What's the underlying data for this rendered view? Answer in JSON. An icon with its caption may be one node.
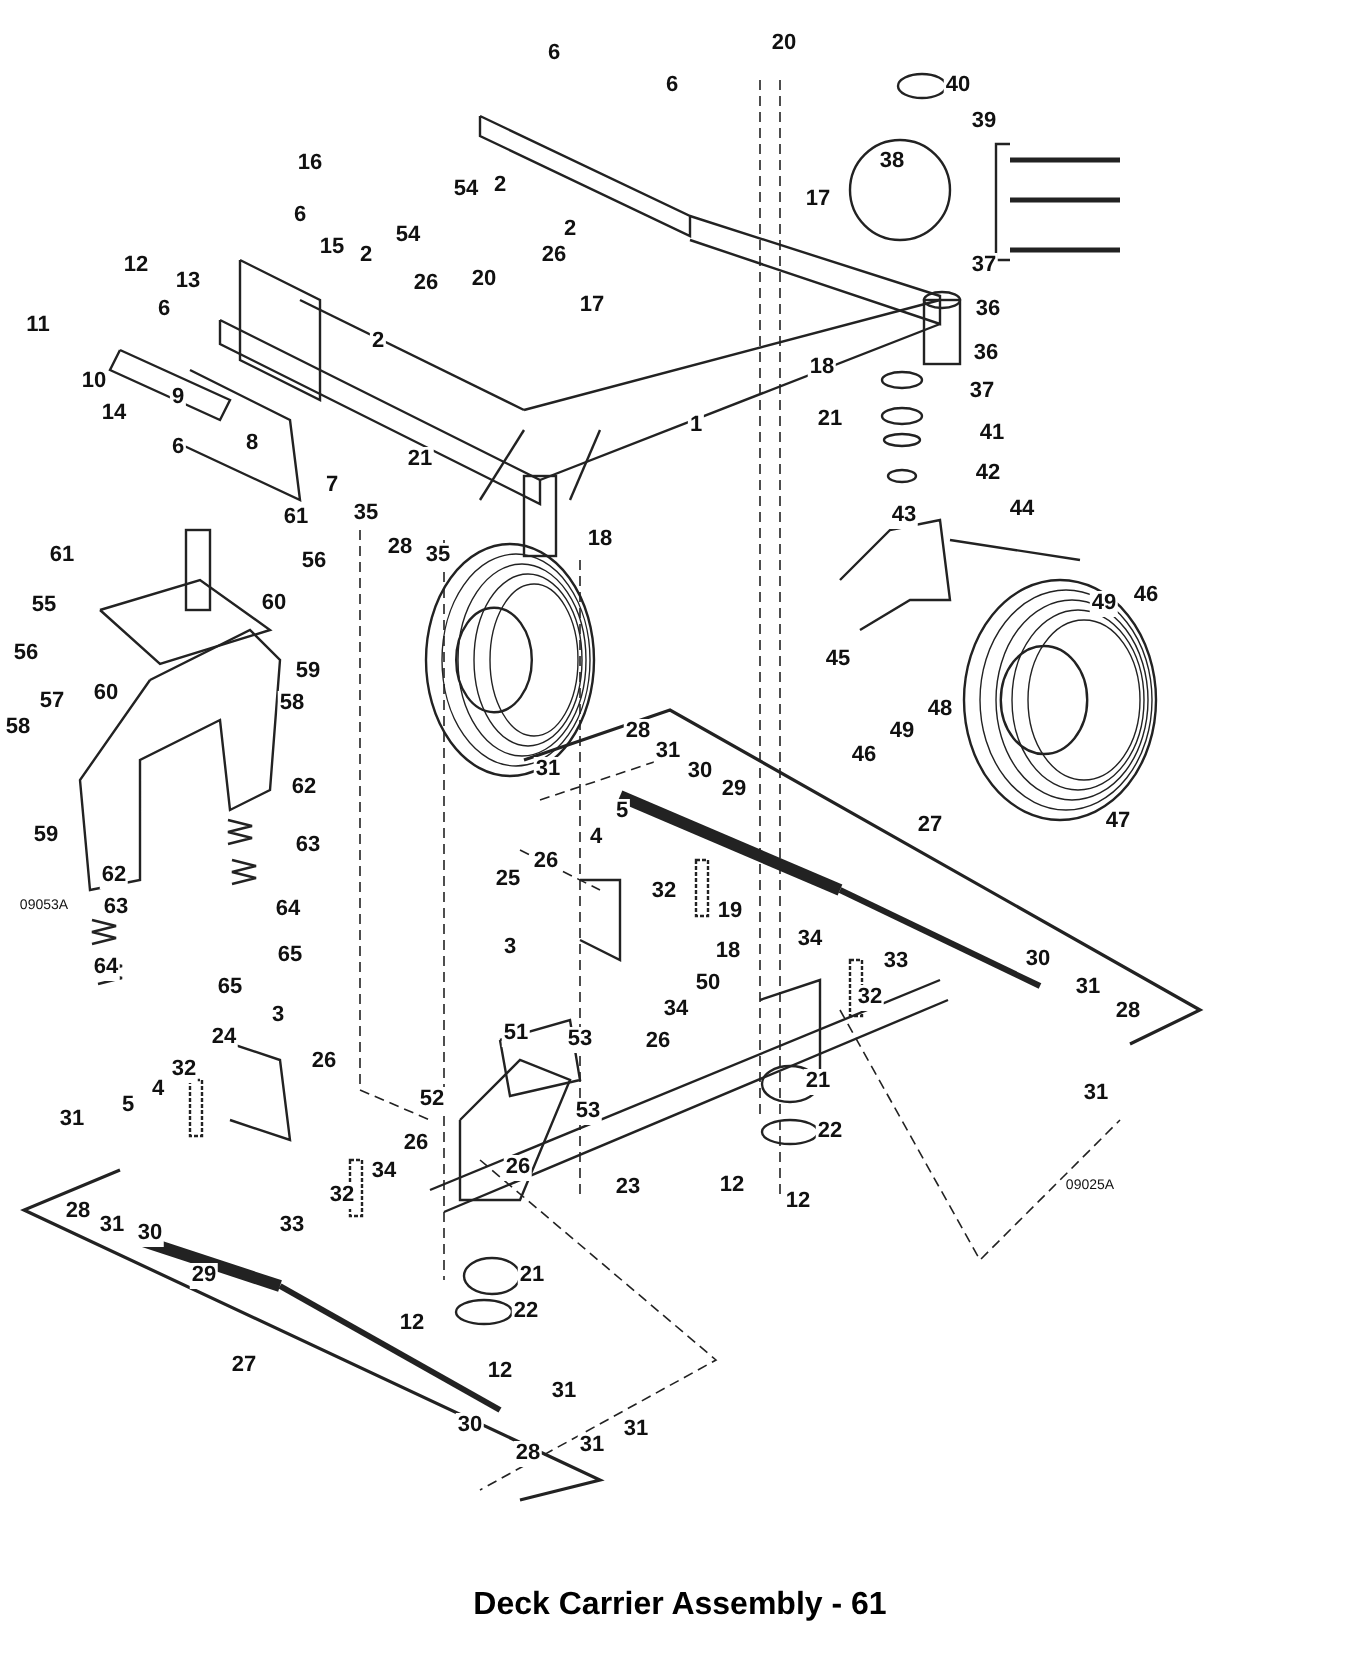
{
  "diagram": {
    "title": "Deck Carrier Assembly - 61",
    "labels": [
      "20",
      "6",
      "40",
      "6",
      "39",
      "38",
      "16",
      "2",
      "54",
      "17",
      "6",
      "2",
      "54",
      "15",
      "2",
      "26",
      "12",
      "37",
      "13",
      "20",
      "26",
      "17",
      "6",
      "36",
      "11",
      "2",
      "36",
      "18",
      "10",
      "37",
      "9",
      "14",
      "21",
      "1",
      "41",
      "8",
      "6",
      "21",
      "42",
      "7",
      "44",
      "35",
      "43",
      "61",
      "18",
      "28",
      "35",
      "61",
      "56",
      "46",
      "49",
      "60",
      "55",
      "56",
      "45",
      "59",
      "60",
      "57",
      "58",
      "48",
      "58",
      "49",
      "28",
      "31",
      "46",
      "31",
      "30",
      "29",
      "62",
      "5",
      "47",
      "27",
      "59",
      "4",
      "63",
      "26",
      "62",
      "25",
      "32",
      "09053A",
      "63",
      "64",
      "19",
      "34",
      "3",
      "18",
      "65",
      "30",
      "33",
      "64",
      "50",
      "65",
      "31",
      "32",
      "34",
      "28",
      "3",
      "51",
      "24",
      "53",
      "26",
      "26",
      "32",
      "21",
      "4",
      "31",
      "52",
      "5",
      "53",
      "31",
      "22",
      "26",
      "26",
      "34",
      "12",
      "09025A",
      "23",
      "32",
      "12",
      "28",
      "31",
      "33",
      "30",
      "29",
      "21",
      "22",
      "12",
      "27",
      "12",
      "31",
      "30",
      "31",
      "31",
      "28"
    ]
  }
}
